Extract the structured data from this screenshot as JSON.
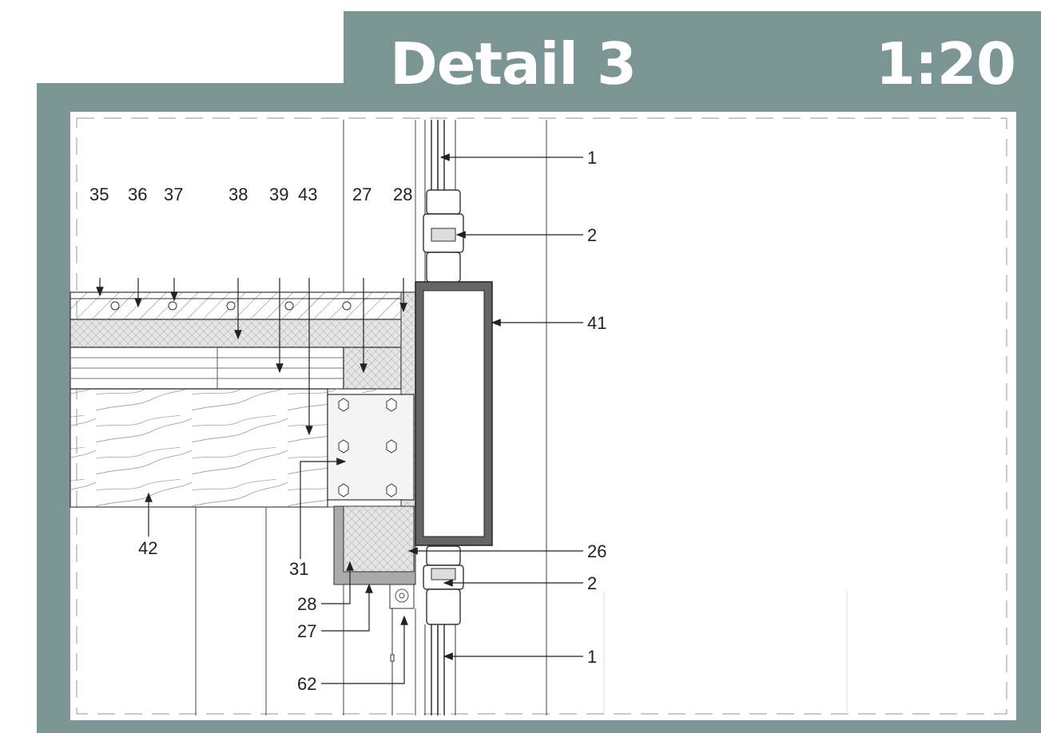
{
  "header": {
    "title": "Detail 3",
    "scale": "1:20"
  },
  "colors": {
    "frame": "#7a9593",
    "line": "#333333",
    "insulation": "#e4e4e4",
    "steel_plate": "#f4f4f4"
  },
  "labels": {
    "l35": "35",
    "l36": "36",
    "l37": "37",
    "l38": "38",
    "l39": "39",
    "l43": "43",
    "l27_top": "27",
    "l28_top": "28",
    "l1_top": "1",
    "l2_top": "2",
    "l41": "41",
    "l26": "26",
    "l2_bottom": "2",
    "l1_bottom": "1",
    "l42": "42",
    "l31": "31",
    "l28_bottom": "28",
    "l27_bottom": "27",
    "l62": "62"
  }
}
